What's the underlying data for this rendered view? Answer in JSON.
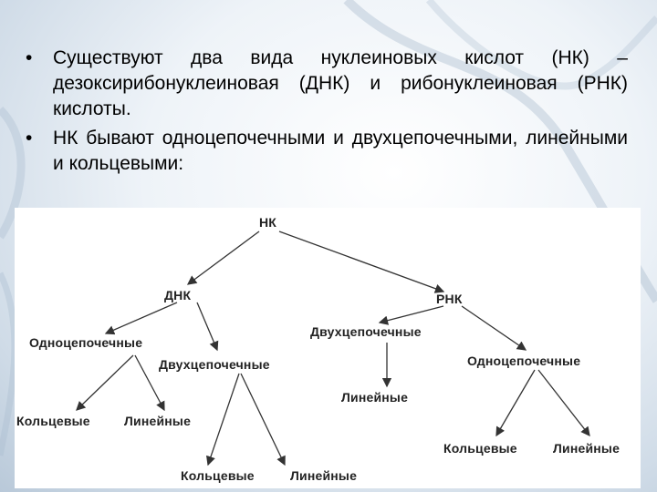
{
  "bullets": [
    "Существуют два вида нуклеиновых кислот (НК) – дезоксирибонуклеиновая (ДНК) и рибонуклеиновая (РНК) кислоты.",
    "НК бывают одноцепочечными и двухцепочечными, линейными и кольцевыми:"
  ],
  "tree": {
    "root": "НК",
    "dna": "ДНК",
    "rna": "РНК",
    "dna_single": "Одноцепочечные",
    "dna_double": "Двухцепочечные",
    "dna_single_ring": "Кольцевые",
    "dna_single_linear": "Линейные",
    "dna_double_ring": "Кольцевые",
    "dna_double_linear": "Линейные",
    "rna_double": "Двухцепочечные",
    "rna_double_linear": "Линейные",
    "rna_single": "Одноцепочечные",
    "rna_single_ring": "Кольцевые",
    "rna_single_linear": "Линейные"
  }
}
